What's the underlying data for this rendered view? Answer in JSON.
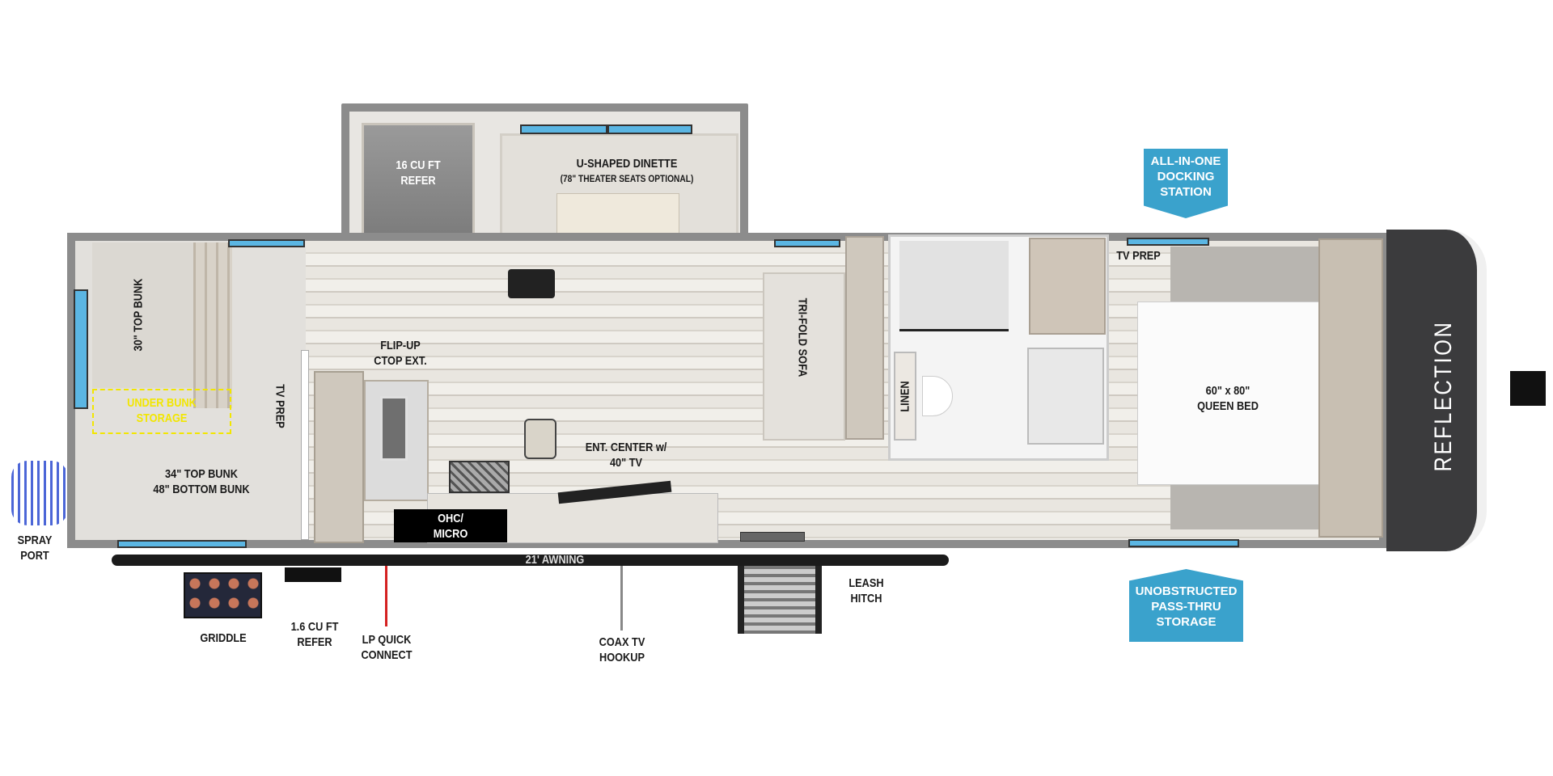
{
  "brand": "REFLECTION",
  "colors": {
    "accent_badge": "#3aa2cc",
    "under_bunk_highlight": "#f2e600",
    "window": "#5bb6e3",
    "lp_line": "#d42020"
  },
  "labels": {
    "refer_16": [
      "16 CU FT",
      "REFER"
    ],
    "dinette": [
      "U-SHAPED DINETTE",
      "(78\" THEATER SEATS OPTIONAL)"
    ],
    "top_bunk_30": "30\" TOP BUNK",
    "under_bunk": [
      "UNDER BUNK",
      "STORAGE"
    ],
    "tv_prep_left": "TV PREP",
    "bunks": [
      "34\" TOP BUNK",
      "48\" BOTTOM BUNK"
    ],
    "flip_up": [
      "FLIP-UP",
      "CTOP EXT."
    ],
    "ent_center": [
      "ENT. CENTER w/",
      "40\" TV"
    ],
    "ohc_micro": [
      "OHC/",
      "MICRO"
    ],
    "tri_fold_sofa": "TRI-FOLD SOFA",
    "tv_prep_right": "TV PREP",
    "linen": "LINEN",
    "queen_bed": [
      "60\" x 80\"",
      "QUEEN BED"
    ],
    "awning": "21' AWNING",
    "spray_port": [
      "SPRAY",
      "PORT"
    ],
    "griddle": "GRIDDLE",
    "refer_outdoor": [
      "1.6 CU FT",
      "REFER"
    ],
    "lp": [
      "LP QUICK",
      "CONNECT"
    ],
    "coax": [
      "COAX TV",
      "HOOKUP"
    ],
    "leash": [
      "LEASH",
      "HITCH"
    ]
  },
  "badges": {
    "docking": [
      "ALL-IN-ONE",
      "DOCKING",
      "STATION"
    ],
    "pass_thru": [
      "UNOBSTRUCTED",
      "PASS-THRU",
      "STORAGE"
    ]
  }
}
